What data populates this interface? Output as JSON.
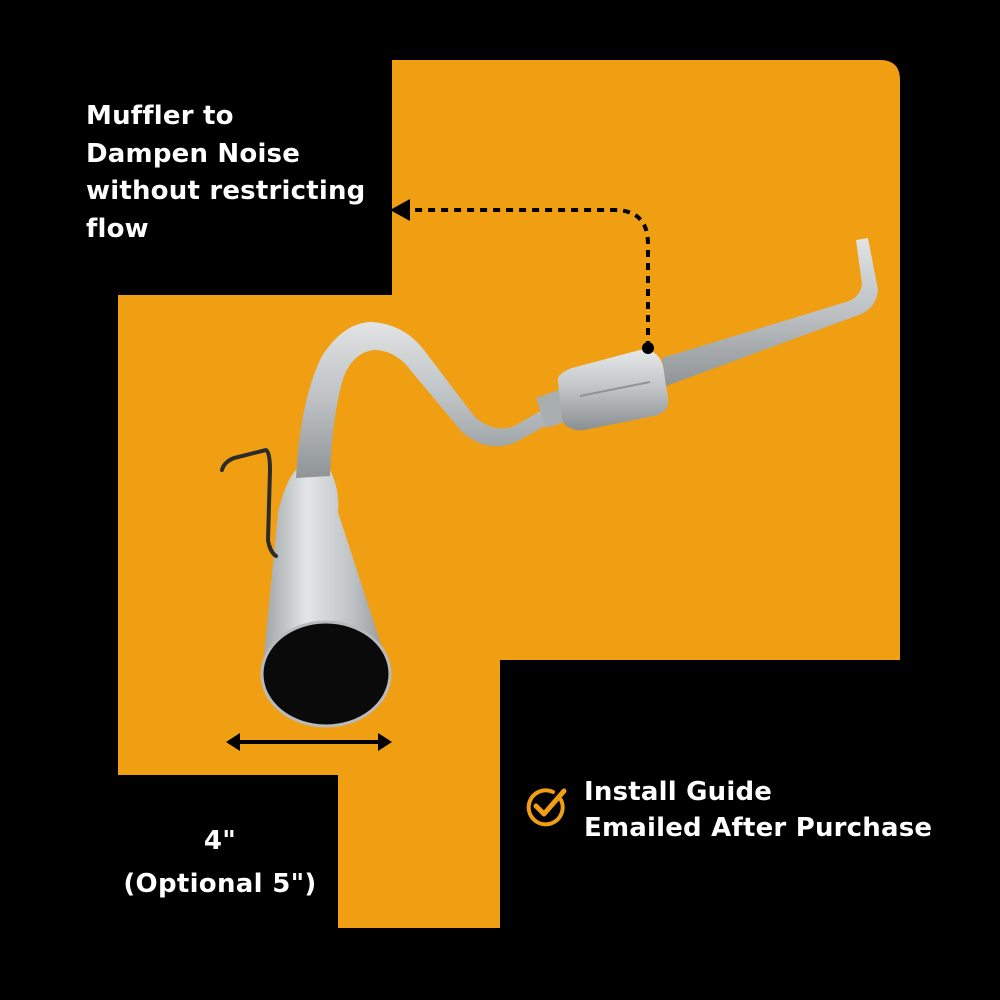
{
  "colors": {
    "background": "#000000",
    "panel": "#F09E12",
    "text": "#FFFFFF",
    "pipe_light": "#D9DCDD",
    "pipe_mid": "#B7BBBD",
    "pipe_dark": "#8F9496",
    "check": "#F09E12"
  },
  "icons": {
    "dimension_arrow": "double-arrow-icon",
    "callout_arrow": "dashed-arrow-icon",
    "install": "checkmark-circle-icon"
  },
  "callouts": {
    "muffler": {
      "lines": [
        "Muffler to",
        "Dampen Noise",
        "without restricting",
        "flow"
      ]
    },
    "size": {
      "lines": [
        "4\"",
        "(Optional 5\")"
      ]
    },
    "install": {
      "lines": [
        "Install Guide",
        "Emailed After Purchase"
      ]
    }
  }
}
